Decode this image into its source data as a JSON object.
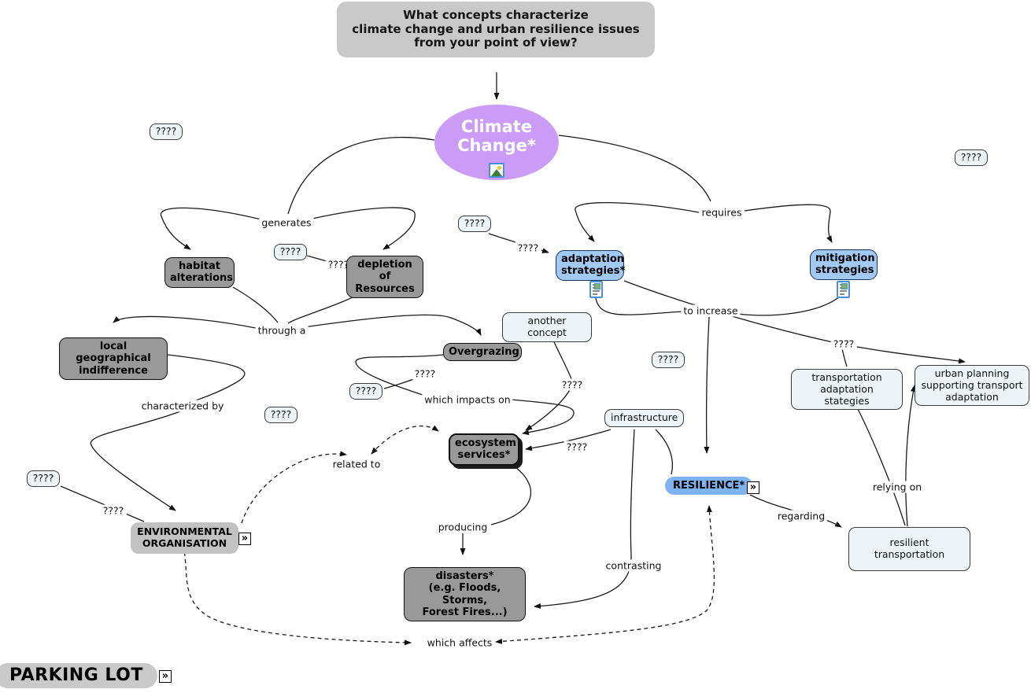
{
  "title_box": {
    "text": "What concepts characterize\nclimate change and urban resilience issues\nfrom your point of view?"
  },
  "root": {
    "label": "Climate\nChange*"
  },
  "concepts": {
    "habitat": "habitat\nalterations",
    "depletion": "depletion of\nResources",
    "adaptation": "adaptation\nstrategies*",
    "mitigation": "mitigation\nstrategies",
    "overgrazing": "Overgrazing",
    "local_geo": "local geographical\nindifference",
    "another_concept": "another concept",
    "ecosystem": "ecosystem\nservices*",
    "infrastructure": "infrastructure",
    "env_org": "ENVIRONMENTAL\nORGANISATION",
    "resilience": "RESILIENCE*",
    "transportation": "transportation\nadaptation stategies",
    "urban_planning": "urban planning\nsupporting transport\nadaptation",
    "resilient_transportation": "resilient transportation",
    "disasters": "disasters*\n(e.g. Floods, Storms,\nForest Fires...)",
    "parking_lot": "PARKING LOT"
  },
  "links": {
    "generates": "generates",
    "requires": "requires",
    "through_a": "through a",
    "to_increase": "to increase",
    "characterized_by": "characterized by",
    "which_impacts_on": "which impacts on",
    "related_to": "related to",
    "producing": "producing",
    "contrasting": "contrasting",
    "which_affects": "which affects",
    "regarding": "regarding",
    "relying_on": "relying on"
  },
  "placeholders": {
    "boxes": [
      "????",
      "????",
      "????",
      "????",
      "????",
      "????",
      "????",
      "????"
    ],
    "labels": [
      "????",
      "????",
      "????",
      "????",
      "????",
      "????",
      "????"
    ]
  },
  "icons": {
    "expand_glyph": "»"
  },
  "colors": {
    "root_fill": "#cb9cf6",
    "concept_dark": "#999999",
    "concept_blue": "#a1c9f3",
    "resilience_fill": "#7fb2f1",
    "light_fill": "#edf3f7",
    "banner_gray": "#c9c9c9",
    "org_gray": "#c2c2c2"
  }
}
